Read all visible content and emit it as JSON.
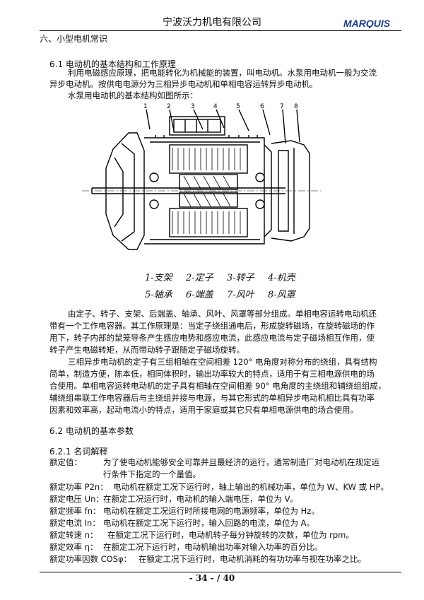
{
  "header": {
    "company": "宁波沃力机电有限公司",
    "logo_text": "MARQUIS",
    "logo_color": "#1a3e8c"
  },
  "section": {
    "title": "六、小型电机常识"
  },
  "s61": {
    "heading": "6.1  电动机的基本结构和工作原理",
    "p1_line1": "利用电磁感应原理，把电能转化为机械能的装置，叫电动机。水泵用电动机一般为交流",
    "p1_line2": "异步电动机。按供电电源分为三相异步电动机和单相电容运转异步电动机。",
    "p2": "水泵用电动机的基本结构如图所示：",
    "callouts": [
      "1",
      "2",
      "3",
      "4",
      "5",
      "6",
      "7",
      "8"
    ],
    "legend": [
      "1-支架",
      "2-定子",
      "3-转子",
      "4-机壳",
      "5-轴承",
      "6-端盖",
      "7-风叶",
      "8-风罩"
    ],
    "p3_line1": "由定子、转子、支架、后端盖、轴承、风叶、风罩等部分组成。单相电容运转电动机还",
    "p3_line2": "带有一个工作电容器。其工作原理是：当定子绕组通电后，形成旋转磁场，在旋转磁场的作",
    "p3_line3": "用下，转子内部的鼠笼导条产生感应电势和感应电流，此感应电流与定子磁场相互作用，使",
    "p3_line4": "转子产生电磁转矩，从而带动转子跟随定子磁场旋转。",
    "p4_line1": "三相异步电动机的定子有三组相轴在空间相差  120°  电角度对称分布的绕组，具有结构",
    "p4_line2": "简单，制造方便，陈本低，相同体积时，输出功率较大的特点，适用于有三相电源供电的场",
    "p4_line3": "合使用。单相电容运转电动机的定子具有相轴在空间相差 90°  电角度的主绕组和辅绕组组成，",
    "p4_line4": "辅绕组串联工作电容器后与主绕组并接与电源，与其它形式的单相异步电动机相比具有功率",
    "p4_line5": "因素和效率高，起动电流小的特点，适用于家庭或其它只有单相电源供电的场合使用。"
  },
  "s62": {
    "heading": "6.2  电动机的基本参数",
    "sub_heading": "6.2.1  名词解释",
    "terms": [
      {
        "term": "额定值：",
        "def1": "为了使电动机能够安全可靠并且最经济的运行，通常制造厂对电动机在规定运",
        "def2": "行条件下指定的一个量值。"
      },
      {
        "term": "额定功率 P2n：",
        "def1": "电动机在额定工况下运行时，轴上输出的机械功率，单位为 W、KW 或 HP。"
      },
      {
        "term": "额定电压 Un：",
        "def1": "在额定工况运行时，电动机的输入端电压，单位为 V。"
      },
      {
        "term": "额定频率 fn：",
        "def1": "电动机在额定工况运行时所接电网的电源频率，单位为 Hz。"
      },
      {
        "term": "额定电流 In：",
        "def1": "电动机在额定工况下运行时，输入回路的电流，单位为 A。"
      },
      {
        "term": "额定转速 n：",
        "def1": "在额定工况下运行时，电动机转子每分钟旋转的次数，单位为 rpm。"
      },
      {
        "term": "额定效率 η：",
        "def1": "在额定工况下运行时，电动机输出功率对输入功率的百分比。"
      },
      {
        "term": "额定功率因数 COSφ：",
        "def1": "在额定工况下运行时，电动机消耗的有功功率与视在功率之比。"
      }
    ]
  },
  "footer": {
    "page": "- 34 - / 40"
  }
}
